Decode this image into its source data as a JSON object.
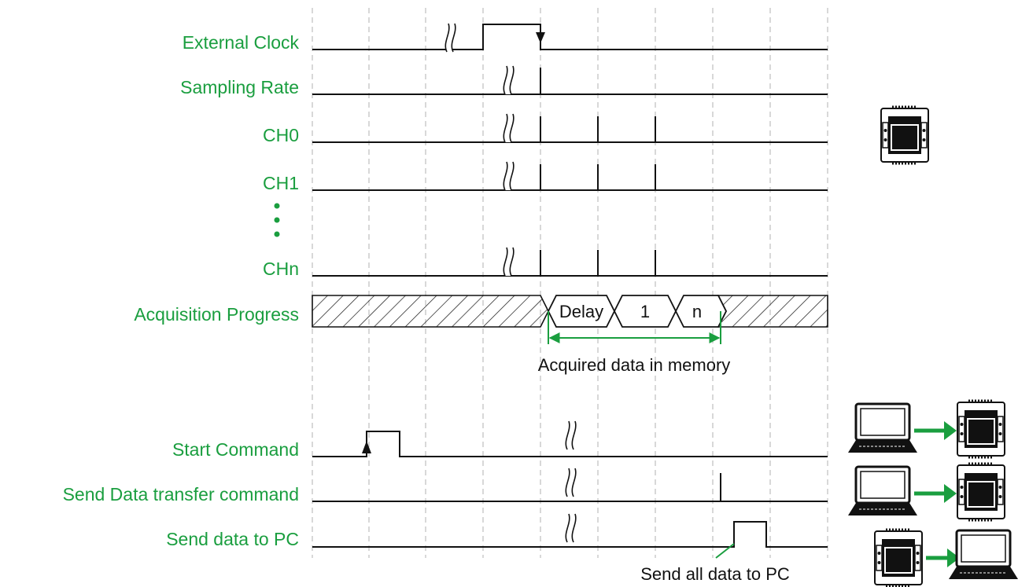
{
  "signals": {
    "external_clock": "External Clock",
    "sampling_rate": "Sampling Rate",
    "ch0": "CH0",
    "ch1": "CH1",
    "chn": "CHn",
    "acquisition_progress": "Acquisition Progress",
    "start_command": "Start Command",
    "send_data_transfer_command": "Send Data transfer command",
    "send_data_to_pc": "Send data to PC"
  },
  "progress_segments": {
    "delay": "Delay",
    "first": "1",
    "last": "n"
  },
  "annotations": {
    "acquired_data": "Acquired data in memory",
    "send_all": "Send all data to PC"
  },
  "icons": {
    "module": "data-acquisition-module-icon",
    "laptop": "laptop-icon",
    "arrow": "green-arrow-icon"
  },
  "colors": {
    "label_green": "#1a9e3f",
    "line": "#111111",
    "grid": "#bdbdbd"
  }
}
